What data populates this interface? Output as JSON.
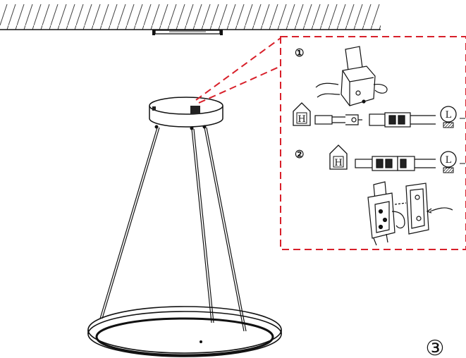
{
  "steps": {
    "step1": "①",
    "step2": "②",
    "step3": "③"
  },
  "labels": {
    "house": "H",
    "lamp": "L"
  },
  "colors": {
    "line": "#111111",
    "callout": "#d8202a",
    "hatch": "#444444"
  }
}
